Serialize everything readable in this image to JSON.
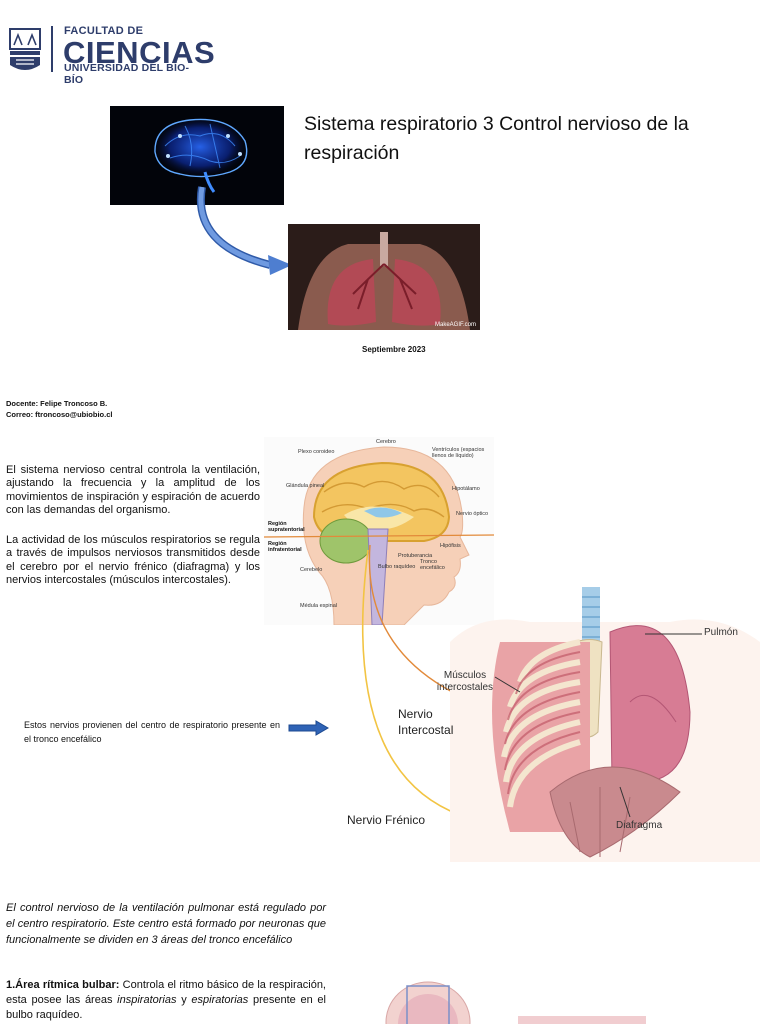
{
  "header": {
    "faculty_line1": "FACULTAD DE",
    "faculty_line2": "CIENCIAS",
    "faculty_line3": "UNIVERSIDAD DEL BÍO-BÍO"
  },
  "cover": {
    "title": "Sistema respiratorio 3 Control nervioso de la respiración",
    "date": "Septiembre 2023",
    "lungs_credit": "MakeAGIF.com"
  },
  "author": {
    "docente": "Docente: Felipe Troncoso B.",
    "correo": "Correo: ftroncoso@ubiobio.cl"
  },
  "intro": {
    "p1": "El sistema nervioso central controla la ventilación, ajustando la frecuencia y la amplitud de los movimientos de inspiración y espiración de acuerdo con las demandas del organismo.",
    "p2": "La actividad de los músculos respiratorios se regula a través de impulsos nerviosos transmitidos desde el cerebro por el nervio frénico (diafragma) y los nervios intercostales (músculos intercostales).",
    "note": "Estos nervios provienen del centro de respiratorio presente en el tronco encefálico"
  },
  "brain_labels": {
    "cerebro": "Cerebro",
    "plexo": "Plexo coroideo",
    "ventriculos": "Ventrículos (espacios llenos de líquido)",
    "glandula": "Glándula pineal",
    "hipotalamo": "Hipotálamo",
    "nervio_optico": "Nervio óptico",
    "supra": "Región supratentorial",
    "infra": "Región infratentorial",
    "hipofisis": "Hipófisis",
    "protuberancia": "Protuberancia",
    "cerebelo": "Cerebelo",
    "bulbo": "Bulbo raquídeo",
    "tronco": "Tronco encefálico",
    "medula": "Médula espinal"
  },
  "thorax_labels": {
    "pulmon": "Pulmón",
    "musculos": "Músculos intercostales",
    "nervio_intercostal": "Nervio Intercostal",
    "nervio_frenico": "Nervio Frénico",
    "diafragma": "Diafragma"
  },
  "control": {
    "p1": "El control nervioso de la ventilación pulmonar está regulado por el centro respiratorio. Este centro está formado por neuronas que funcionalmente se dividen en 3 áreas del tronco encefálico",
    "area_title": "1.Área rítmica bulbar:",
    "area_text_a": " Controla el ritmo básico de la respiración, esta posee las áreas ",
    "area_insp": "inspiratorias",
    "area_and": " y ",
    "area_esp": "espiratorias",
    "area_text_b": " presente en el bulbo raquídeo."
  }
}
